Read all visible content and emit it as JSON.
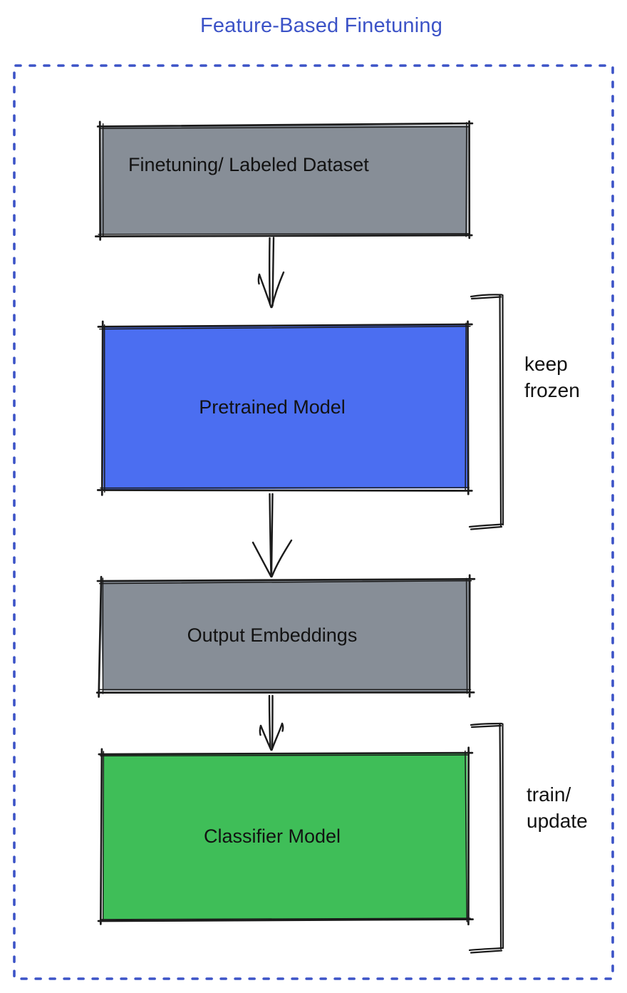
{
  "title": "Feature-Based Finetuning",
  "colors": {
    "title_blue": "#3C53C7",
    "frame_blue": "#3C53C7",
    "ink": "#1b1b1b",
    "gray_box": "#878E97",
    "blue_box": "#4B6EF1",
    "green_box": "#3FBE58"
  },
  "diagram": {
    "nodes": [
      {
        "id": "dataset",
        "label": "Finetuning/ Labeled Dataset",
        "fill": "#878E97"
      },
      {
        "id": "pretrained",
        "label": "Pretrained Model",
        "fill": "#4B6EF1"
      },
      {
        "id": "embeddings",
        "label": "Output Embeddings",
        "fill": "#878E97"
      },
      {
        "id": "classifier",
        "label": "Classifier Model",
        "fill": "#3FBE58"
      }
    ],
    "edges": [
      {
        "from": "dataset",
        "to": "pretrained"
      },
      {
        "from": "pretrained",
        "to": "embeddings"
      },
      {
        "from": "embeddings",
        "to": "classifier"
      }
    ],
    "annotations": [
      {
        "target": "pretrained",
        "label": "keep\nfrozen"
      },
      {
        "target": "classifier",
        "label": "train/\nupdate"
      }
    ]
  }
}
